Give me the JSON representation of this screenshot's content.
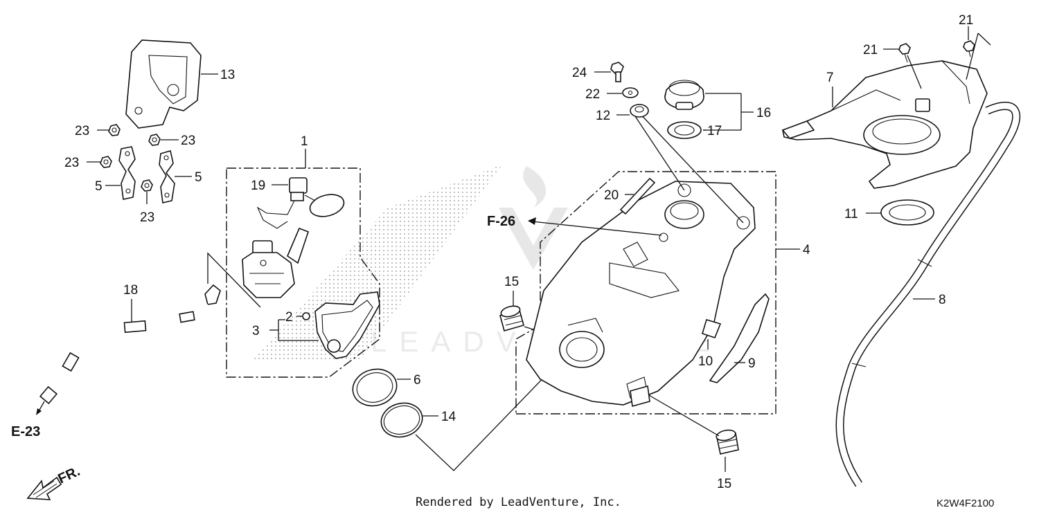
{
  "callouts": {
    "c1": "1",
    "c2": "2",
    "c3": "3",
    "c4": "4",
    "c5a": "5",
    "c5b": "5",
    "c6": "6",
    "c7": "7",
    "c8": "8",
    "c9": "9",
    "c10": "10",
    "c11": "11",
    "c12": "12",
    "c13": "13",
    "c14": "14",
    "c15a": "15",
    "c15b": "15",
    "c16": "16",
    "c17": "17",
    "c18": "18",
    "c19": "19",
    "c20": "20",
    "c21a": "21",
    "c21b": "21",
    "c22": "22",
    "c23a": "23",
    "c23b": "23",
    "c23c": "23",
    "c23d": "23",
    "c24": "24"
  },
  "references": {
    "f26": "F-26",
    "e23": "E-23",
    "front": "FR."
  },
  "footer": {
    "rendered_by": "Rendered by LeadVenture, Inc.",
    "diagram_code": "K2W4F2100"
  },
  "watermark": {
    "text": "LEADVENTURE"
  }
}
